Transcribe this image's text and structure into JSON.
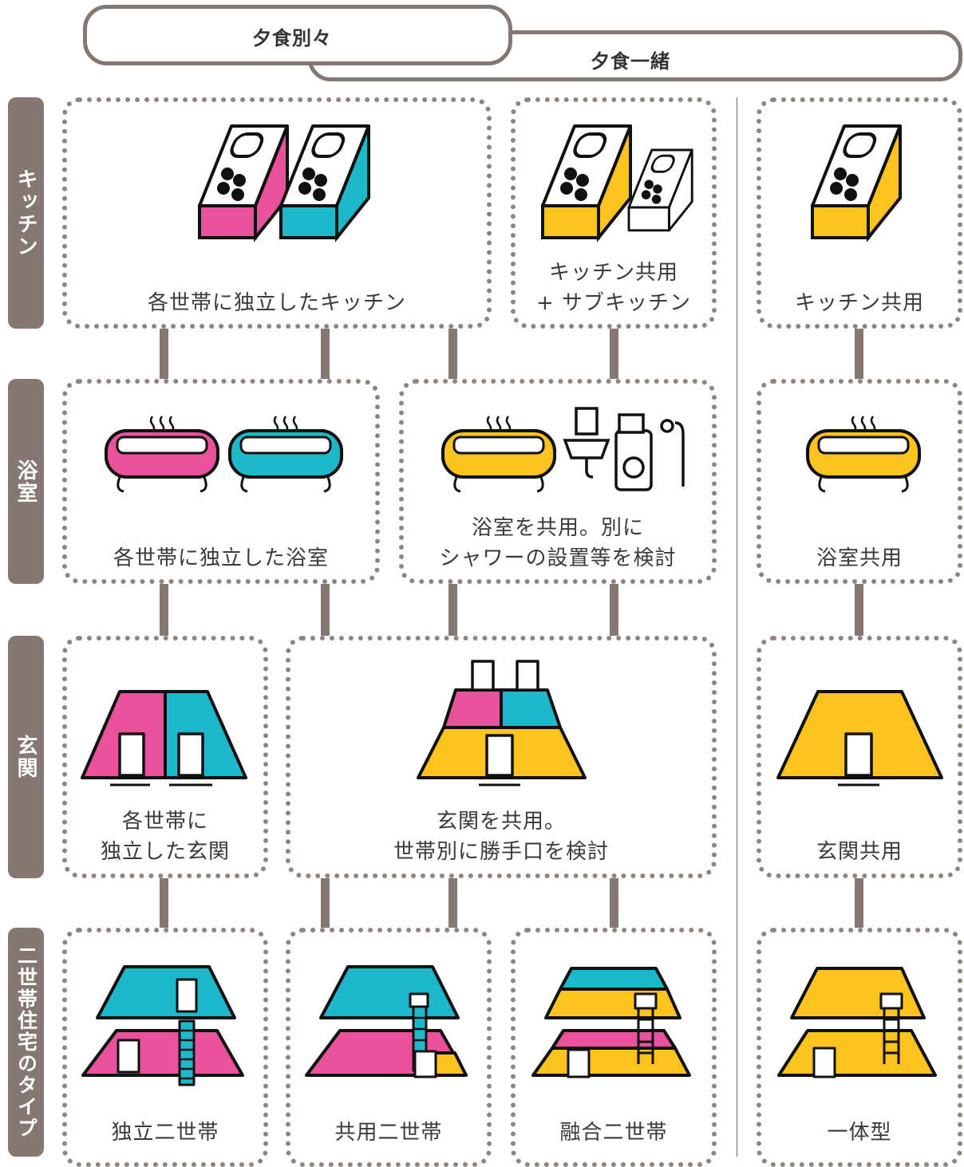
{
  "header": {
    "tab_separate": "夕食別々",
    "tab_together": "夕食一緒"
  },
  "row_labels": {
    "kitchen": "キッチン",
    "bath": "浴室",
    "entrance": "玄関",
    "type": "二世帯住宅のタイプ"
  },
  "kitchen": {
    "separate": "各世帯に独立したキッチン",
    "shared_sub_line1": "キッチン共用",
    "shared_sub_line2": "+ サブキッチン",
    "shared": "キッチン共用"
  },
  "bath": {
    "separate": "各世帯に独立した浴室",
    "shared_shower_line1": "浴室を共用。別に",
    "shared_shower_line2": "シャワーの設置等を検討",
    "shared": "浴室共用"
  },
  "entrance": {
    "separate_line1": "各世帯に",
    "separate_line2": "独立した玄関",
    "shared_back_line1": "玄関を共用。",
    "shared_back_line2": "世帯別に勝手口を検討",
    "shared": "玄関共用"
  },
  "types": {
    "independent": "独立二世帯",
    "shared": "共用二世帯",
    "fused": "融合二世帯",
    "unified": "一体型"
  },
  "colors": {
    "pink": "#e9519b",
    "cyan": "#1db8c9",
    "yellow": "#fac31e",
    "frame": "#857772"
  }
}
